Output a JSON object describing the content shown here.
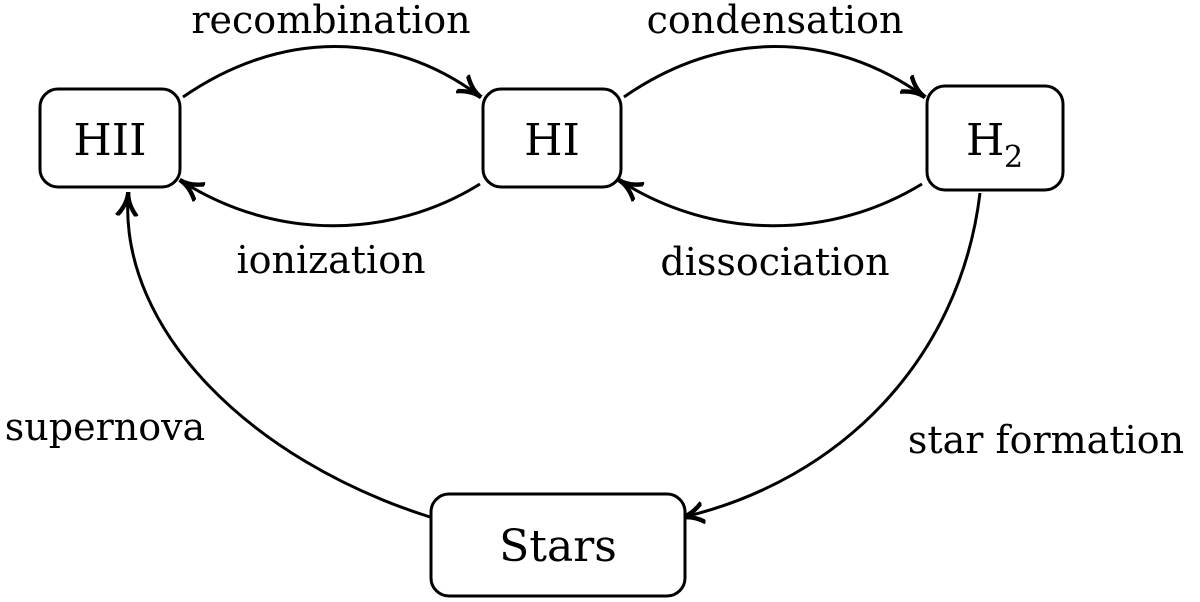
{
  "nodes": {
    "hii": {
      "label": "HII"
    },
    "hi": {
      "label": "HI"
    },
    "h2": {
      "label": "H",
      "subscript": "2"
    },
    "stars": {
      "label": "Stars"
    }
  },
  "edges": {
    "recombination": {
      "label": "recombination"
    },
    "condensation": {
      "label": "condensation"
    },
    "ionization": {
      "label": "ionization"
    },
    "dissociation": {
      "label": "dissociation"
    },
    "supernova": {
      "label": "supernova"
    },
    "star_formation": {
      "label": "star formation"
    }
  },
  "colors": {
    "stroke": "#000000",
    "background": "#ffffff"
  }
}
